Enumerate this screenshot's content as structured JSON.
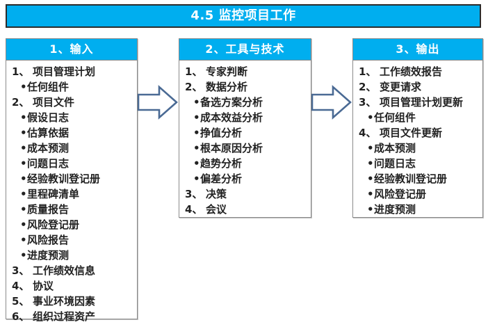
{
  "header": {
    "title": "4.5 监控项目工作"
  },
  "columns": [
    {
      "id": "input",
      "header": "1、输入",
      "items": [
        {
          "level": 1,
          "marker": "1、",
          "label": "项目管理计划"
        },
        {
          "level": 2,
          "marker": "•",
          "label": "任何组件"
        },
        {
          "level": 1,
          "marker": "2、",
          "label": "项目文件"
        },
        {
          "level": 2,
          "marker": "•",
          "label": "假设日志"
        },
        {
          "level": 2,
          "marker": "•",
          "label": "估算依据"
        },
        {
          "level": 2,
          "marker": "•",
          "label": "成本预测"
        },
        {
          "level": 2,
          "marker": "•",
          "label": "问题日志"
        },
        {
          "level": 2,
          "marker": "•",
          "label": "经验教训登记册"
        },
        {
          "level": 2,
          "marker": "•",
          "label": "里程碑清单"
        },
        {
          "level": 2,
          "marker": "•",
          "label": "质量报告"
        },
        {
          "level": 2,
          "marker": "•",
          "label": "风险登记册"
        },
        {
          "level": 2,
          "marker": "•",
          "label": "风险报告"
        },
        {
          "level": 2,
          "marker": "•",
          "label": "进度预测"
        },
        {
          "level": 1,
          "marker": "3、",
          "label": "工作绩效信息"
        },
        {
          "level": 1,
          "marker": "4、",
          "label": "协议"
        },
        {
          "level": 1,
          "marker": "5、",
          "label": "事业环境因素"
        },
        {
          "level": 1,
          "marker": "6、",
          "label": "组织过程资产"
        }
      ]
    },
    {
      "id": "tools",
      "header": "2、工具与技术",
      "items": [
        {
          "level": 1,
          "marker": "1、",
          "label": "专家判断"
        },
        {
          "level": 1,
          "marker": "2、",
          "label": "数据分析"
        },
        {
          "level": 2,
          "marker": "•",
          "label": "备选方案分析"
        },
        {
          "level": 2,
          "marker": "•",
          "label": "成本效益分析"
        },
        {
          "level": 2,
          "marker": "•",
          "label": "挣值分析"
        },
        {
          "level": 2,
          "marker": "•",
          "label": "根本原因分析"
        },
        {
          "level": 2,
          "marker": "•",
          "label": "趋势分析"
        },
        {
          "level": 2,
          "marker": "•",
          "label": "偏差分析"
        },
        {
          "level": 1,
          "marker": "3、",
          "label": "决策"
        },
        {
          "level": 1,
          "marker": "4、",
          "label": "会议"
        }
      ]
    },
    {
      "id": "output",
      "header": "3、输出",
      "items": [
        {
          "level": 1,
          "marker": "1、",
          "label": "工作绩效报告"
        },
        {
          "level": 1,
          "marker": "2、",
          "label": "变更请求"
        },
        {
          "level": 1,
          "marker": "3、",
          "label": "项目管理计划更新"
        },
        {
          "level": 2,
          "marker": "•",
          "label": "任何组件"
        },
        {
          "level": 1,
          "marker": "4、",
          "label": "项目文件更新"
        },
        {
          "level": 2,
          "marker": "•",
          "label": "成本预测"
        },
        {
          "level": 2,
          "marker": "•",
          "label": "问题日志"
        },
        {
          "level": 2,
          "marker": "•",
          "label": "经验教训登记册"
        },
        {
          "level": 2,
          "marker": "•",
          "label": "风险登记册"
        },
        {
          "level": 2,
          "marker": "•",
          "label": "进度预测"
        }
      ]
    }
  ],
  "arrows": [
    {
      "id": "arrow-input-to-tools",
      "name": "flow-arrow-right"
    },
    {
      "id": "arrow-tools-to-output",
      "name": "flow-arrow-right"
    }
  ],
  "colors": {
    "accent": "#00AEEF",
    "title_text": "#FFFFFF",
    "body_text": "#222222",
    "box_border": "#8A8A8A",
    "title_border": "#2B2B2B",
    "arrow_stroke": "#4A6A94",
    "arrow_fill": "#FFFFFF"
  }
}
